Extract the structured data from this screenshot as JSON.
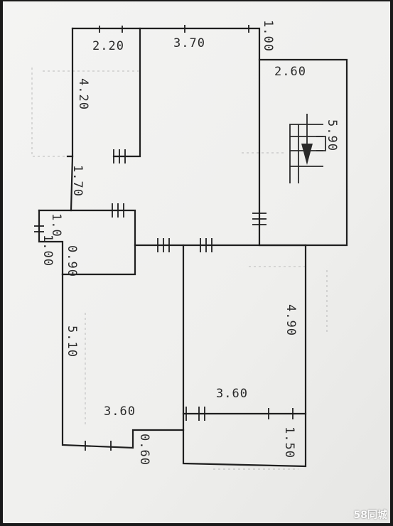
{
  "floor_plan": {
    "dimensions": {
      "d_2_20": "2.20",
      "d_3_70": "3.70",
      "d_1_00_top": "1.00",
      "d_2_60": "2.60",
      "d_4_20": "4.20",
      "d_5_90": "5.90",
      "d_1_70": "1.70",
      "d_1_00_left_a": "1.0",
      "d_1_00_left_b": "1.00",
      "d_0_90": "0.90",
      "d_4_90": "4.90",
      "d_5_10": "5.10",
      "d_3_60_right": "3.60",
      "d_3_60_left": "3.60",
      "d_1_50": "1.50",
      "d_0_60": "0.60"
    },
    "stair_arrow": "down-arrow-icon"
  },
  "watermark": {
    "text": "58同城"
  },
  "colors": {
    "paper": "#f2f2f0",
    "ink": "#1f1f1f",
    "frame": "#1a1a1a"
  }
}
